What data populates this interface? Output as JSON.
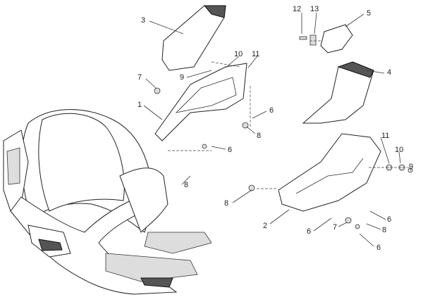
{
  "diagram": {
    "callouts": [
      "3",
      "12",
      "13",
      "5",
      "10",
      "11",
      "9",
      "7",
      "4",
      "1",
      "6",
      "8",
      "6",
      "8",
      "11",
      "10",
      "9",
      "8",
      "2",
      "6",
      "7",
      "8",
      "6",
      "6"
    ]
  }
}
